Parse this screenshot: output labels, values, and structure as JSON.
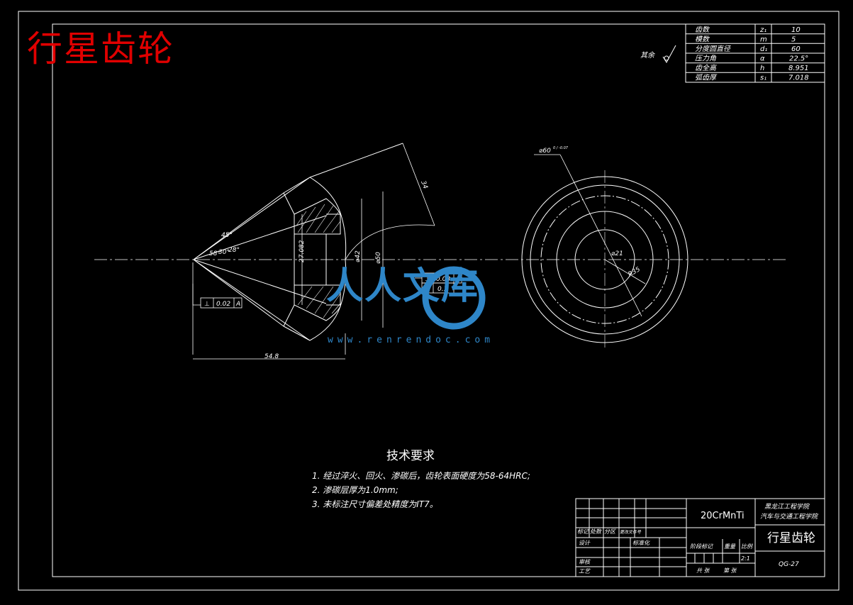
{
  "drawing_title": "行星齿轮",
  "roughness_note": "其余",
  "gear_params": [
    {
      "name": "齿数",
      "symbol": "z₁",
      "value": "10"
    },
    {
      "name": "模数",
      "symbol": "m",
      "value": "5"
    },
    {
      "name": "分度圆直径",
      "symbol": "d₁",
      "value": "60"
    },
    {
      "name": "压力角",
      "symbol": "α",
      "value": "22.5°"
    },
    {
      "name": "齿全高",
      "symbol": "h",
      "value": "8.951"
    },
    {
      "name": "弧齿厚",
      "symbol": "s₁",
      "value": "7.018"
    }
  ],
  "dimensions": {
    "dia_outer": "⌀60",
    "dia_outer_tol": "0 / -0.07",
    "dia_bore": "⌀21",
    "r_side": "R35",
    "length": "54.8",
    "d50": "⌀50",
    "d42": "⌀42",
    "d27": "27.082",
    "r34": "34",
    "angles": [
      "45°",
      "58°",
      "30°",
      "28°"
    ]
  },
  "tolerance_frames": [
    {
      "symbol": "⊥",
      "value": "0.02",
      "datum": "A"
    },
    {
      "symbol": "⊥",
      "value": "0.08",
      "datum": "A"
    },
    {
      "symbol": "⌭",
      "value": "0.1",
      "datum": ""
    }
  ],
  "tech_requirements": {
    "title": "技术要求",
    "items": [
      "1. 经过淬火、回火、渗碳后，齿轮表面硬度为58-64HRC;",
      "2. 渗碳层厚为1.0mm;",
      "3. 未标注尺寸偏差处精度为IT7。"
    ]
  },
  "title_block": {
    "material": "20CrMnTi",
    "school": "黑龙江工程学院",
    "dept": "汽车与交通工程学院",
    "part_name": "行星齿轮",
    "drawing_no": "QG-27",
    "scale": "2:1",
    "labels": {
      "mark": "标记",
      "count": "处数",
      "zone": "分区",
      "change_doc": "更改文件号",
      "design": "设计",
      "standardize": "标准化",
      "check": "审核",
      "process": "工艺",
      "stage_mark": "阶段标记",
      "weight": "重量",
      "scale": "比例",
      "total": "共 张",
      "sheet": "第 张"
    }
  },
  "watermark": {
    "text": "人人文库",
    "url": "www.renrendoc.com"
  },
  "colors": {
    "background": "#000000",
    "lines": "#ffffff",
    "title": "#e00000",
    "watermark": "#2e86c8"
  }
}
